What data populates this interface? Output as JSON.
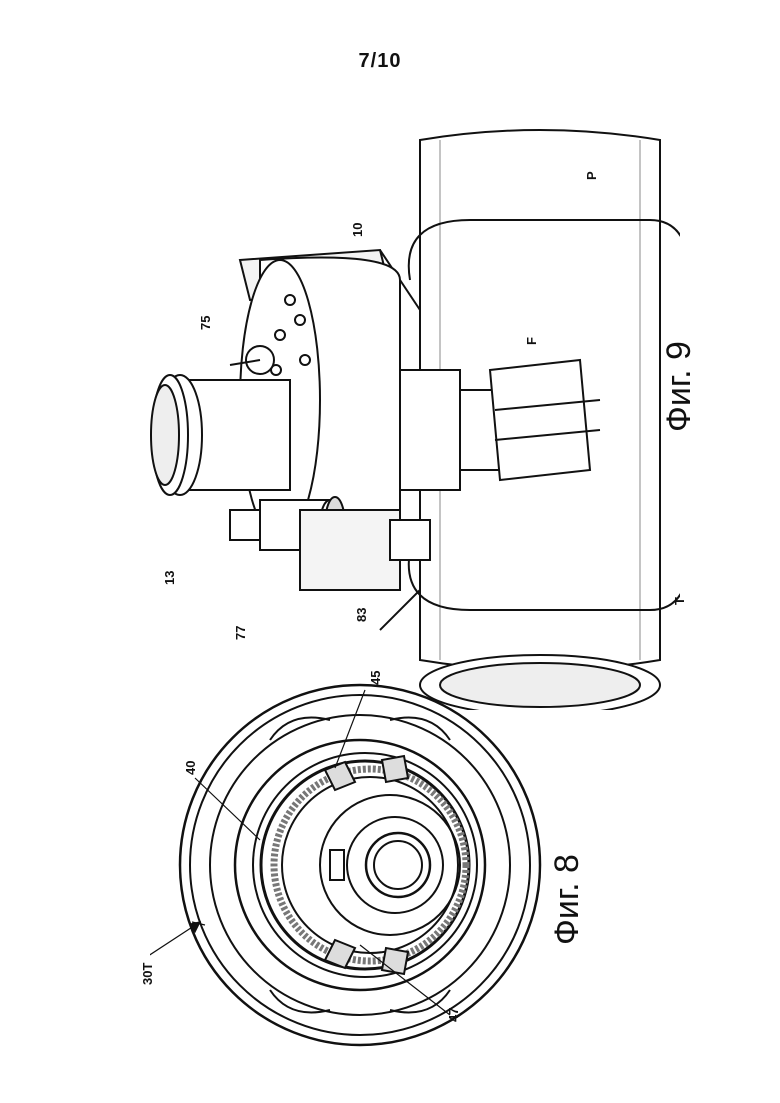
{
  "page_number": "7/10",
  "figures": {
    "fig8": {
      "caption": "Фиг. 8",
      "labels": {
        "l30T": "30T",
        "l40": "40",
        "l45": "45",
        "l47": "47"
      }
    },
    "fig9": {
      "caption": "Фиг. 9",
      "labels": {
        "l10": "10",
        "l13": "13",
        "l75": "75",
        "l77": "77",
        "l83": "83",
        "lF": "F",
        "lP": "P",
        "lT": "T"
      }
    }
  }
}
